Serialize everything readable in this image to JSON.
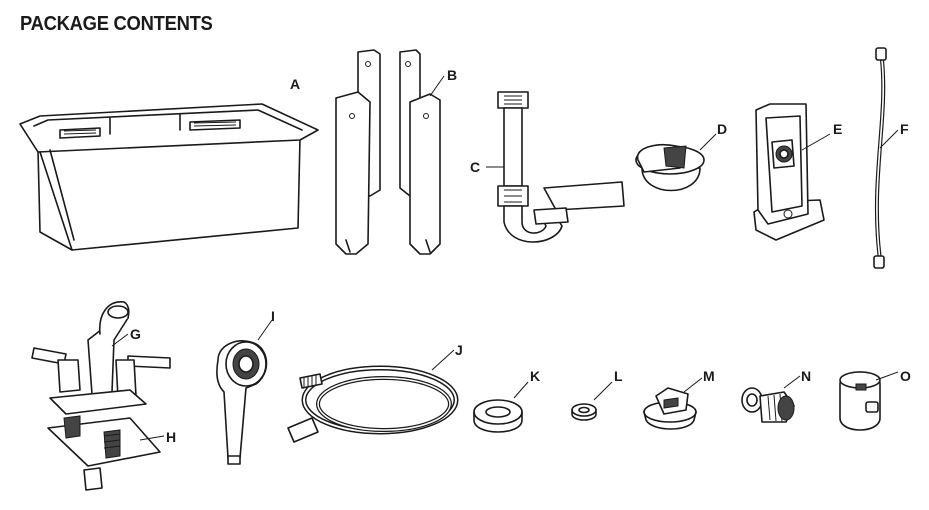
{
  "heading": "PACKAGE CONTENTS",
  "parts": [
    {
      "letter": "A",
      "icon": "sink-basin-icon"
    },
    {
      "letter": "B",
      "icon": "sink-legs-icon"
    },
    {
      "letter": "C",
      "icon": "p-trap-drain-pipe-icon"
    },
    {
      "letter": "D",
      "icon": "drain-stopper-icon"
    },
    {
      "letter": "E",
      "icon": "wall-bracket-icon"
    },
    {
      "letter": "F",
      "icon": "supply-hose-icon"
    },
    {
      "letter": "G",
      "icon": "faucet-icon"
    },
    {
      "letter": "H",
      "icon": "faucet-mounting-plate-icon"
    },
    {
      "letter": "I",
      "icon": "spray-head-icon"
    },
    {
      "letter": "J",
      "icon": "spray-hose-icon"
    },
    {
      "letter": "K",
      "icon": "large-washer-icon"
    },
    {
      "letter": "L",
      "icon": "small-washer-icon"
    },
    {
      "letter": "M",
      "icon": "strainer-nut-icon"
    },
    {
      "letter": "N",
      "icon": "hose-adapter-icon"
    },
    {
      "letter": "O",
      "icon": "hose-connector-icon"
    }
  ]
}
